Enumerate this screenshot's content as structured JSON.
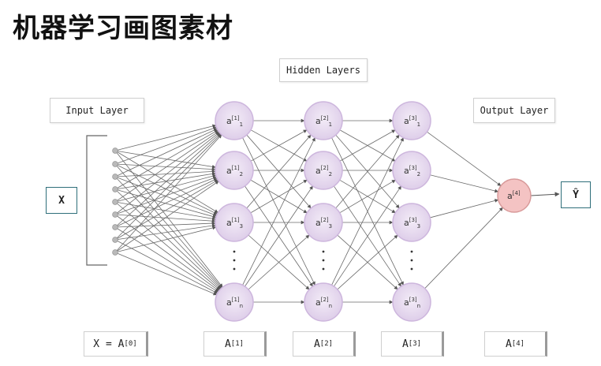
{
  "title": "机器学习画图素材",
  "labels": {
    "hidden_layers": "Hidden Layers",
    "input_layer": "Input Layer",
    "output_layer": "Output Layer",
    "input_x": "X",
    "output_y": "Ŷ"
  },
  "layers": [
    {
      "name": "hidden-1",
      "nodes": [
        {
          "base": "a",
          "sup": "[1]",
          "sub": "1"
        },
        {
          "base": "a",
          "sup": "[1]",
          "sub": "2"
        },
        {
          "base": "a",
          "sup": "[1]",
          "sub": "3"
        },
        {
          "base": "a",
          "sup": "[1]",
          "sub": "n"
        }
      ]
    },
    {
      "name": "hidden-2",
      "nodes": [
        {
          "base": "a",
          "sup": "[2]",
          "sub": "1"
        },
        {
          "base": "a",
          "sup": "[2]",
          "sub": "2"
        },
        {
          "base": "a",
          "sup": "[2]",
          "sub": "3"
        },
        {
          "base": "a",
          "sup": "[2]",
          "sub": "n"
        }
      ]
    },
    {
      "name": "hidden-3",
      "nodes": [
        {
          "base": "a",
          "sup": "[3]",
          "sub": "1"
        },
        {
          "base": "a",
          "sup": "[3]",
          "sub": "2"
        },
        {
          "base": "a",
          "sup": "[3]",
          "sub": "3"
        },
        {
          "base": "a",
          "sup": "[3]",
          "sub": "n"
        }
      ]
    }
  ],
  "output_node": {
    "base": "a",
    "sup": "[4]"
  },
  "bottom_labels": [
    {
      "text": "X = A",
      "sup": "[0]"
    },
    {
      "text": "A",
      "sup": "[1]"
    },
    {
      "text": "A",
      "sup": "[2]"
    },
    {
      "text": "A",
      "sup": "[3]"
    },
    {
      "text": "A",
      "sup": "[4]"
    }
  ],
  "colors": {
    "hidden_node_center": "#efe6f5",
    "hidden_node_edge": "#cdb6dd",
    "output_node_fill": "#f4c3c3",
    "output_node_edge": "#d89a9a",
    "edge": "#6a6a6a",
    "input_dot": "#b9b9b9"
  }
}
